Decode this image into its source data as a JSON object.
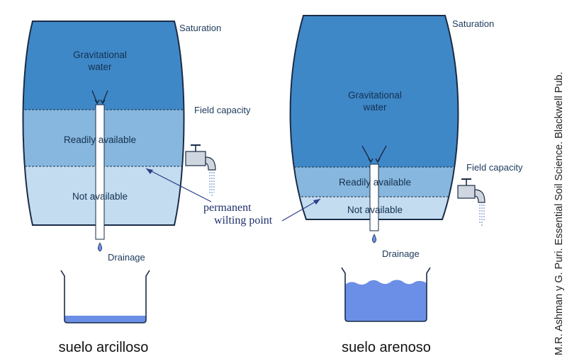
{
  "credit": "M.R. Ashman y G. Puri. Essential Soil Science. Blackwell Pub.",
  "left_barrel": {
    "saturation": "Saturation",
    "gravitational": [
      "Gravitational",
      "water"
    ],
    "field_capacity": "Field capacity",
    "readily": "Readily available",
    "not_available": "Not available",
    "drainage": "Drainage",
    "caption": "suelo arcilloso"
  },
  "right_barrel": {
    "saturation": "Saturation",
    "gravitational": [
      "Gravitational",
      "water"
    ],
    "field_capacity": "Field capacity",
    "readily": "Readily available",
    "not_available": "Not available",
    "drainage": "Drainage",
    "caption": "suelo arenoso"
  },
  "pwp": [
    "permanent",
    "wilting point"
  ],
  "colors": {
    "gravitational": "#3f88c8",
    "readily": "#87b7de",
    "not_available": "#c3dcf0",
    "outline": "#1a2c46",
    "pan_water": "#6b8fe6"
  }
}
